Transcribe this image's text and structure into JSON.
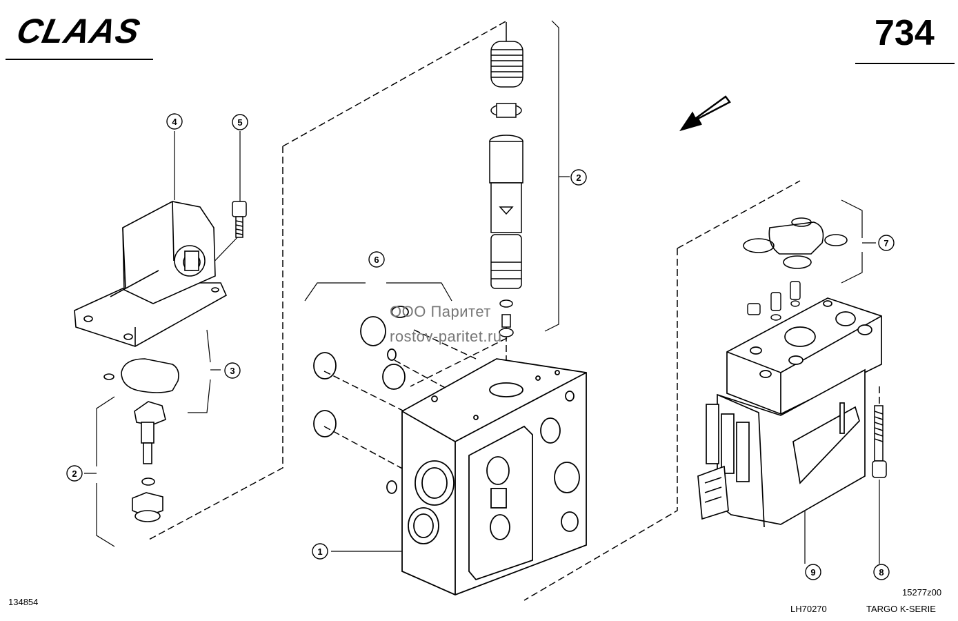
{
  "header": {
    "brand": "CLAAS",
    "page_number": "734"
  },
  "footer": {
    "left_code": "134854",
    "drawing_no": "15277z00",
    "part_no": "LH70270",
    "series": "TARGO K-SERIE"
  },
  "watermark": {
    "line1": "ООО Паритет",
    "line2": "rostov-paritet.ru"
  },
  "callouts": {
    "c1": "1",
    "c2a": "2",
    "c2b": "2",
    "c3": "3",
    "c4": "4",
    "c5": "5",
    "c6": "6",
    "c7": "7",
    "c8": "8",
    "c9": "9"
  },
  "icons": {
    "direction_arrow": "direction-arrow-icon"
  }
}
